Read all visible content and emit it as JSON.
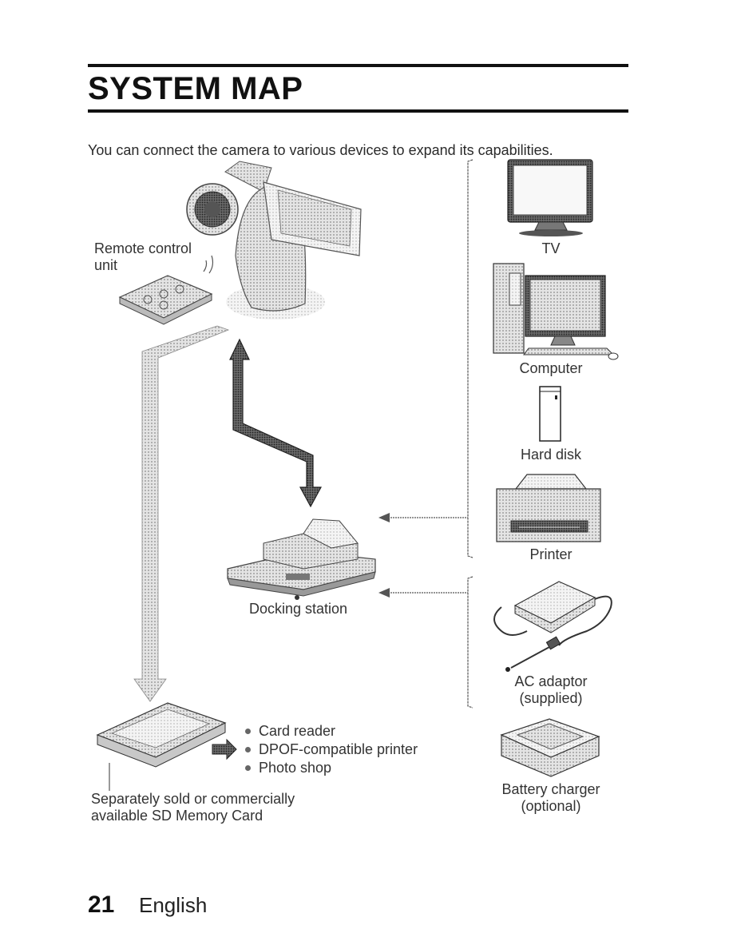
{
  "header": {
    "title": "SYSTEM MAP",
    "intro": "You can connect the camera to various devices to expand its capabilities."
  },
  "labels": {
    "remote_line1": "Remote control",
    "remote_line2": "unit",
    "tv": "TV",
    "computer": "Computer",
    "hard_disk": "Hard disk",
    "printer": "Printer",
    "docking_station": "Docking station",
    "ac_adaptor_line1": "AC adaptor",
    "ac_adaptor_line2": "(supplied)",
    "battery_charger_line1": "Battery charger",
    "battery_charger_line2": "(optional)",
    "sd_card_line1": "Separately sold or commercially",
    "sd_card_line2": "available SD Memory Card"
  },
  "card_uses": [
    "Card reader",
    "DPOF-compatible printer",
    "Photo shop"
  ],
  "footer": {
    "page_number": "21",
    "language": "English"
  }
}
